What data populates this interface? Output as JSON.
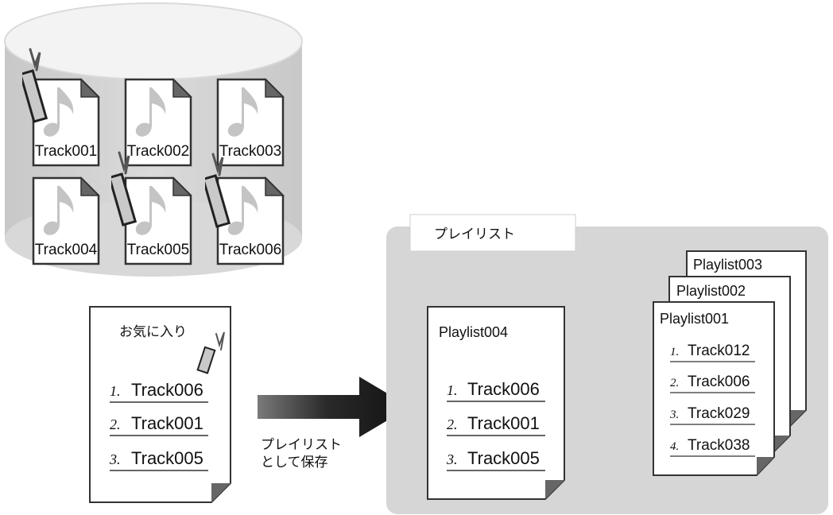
{
  "database": {
    "tracks": [
      "Track001",
      "Track002",
      "Track003",
      "Track004",
      "Track005",
      "Track006"
    ]
  },
  "favorites": {
    "title": "お気に入り",
    "items": [
      {
        "num": "1.",
        "track": "Track006"
      },
      {
        "num": "2.",
        "track": "Track001"
      },
      {
        "num": "3.",
        "track": "Track005"
      }
    ]
  },
  "arrow": {
    "label_line1": "プレイリスト",
    "label_line2": "として保存"
  },
  "playlist_area": {
    "tab_label": "プレイリスト",
    "new_playlist": {
      "title": "Playlist004",
      "items": [
        {
          "num": "1.",
          "track": "Track006"
        },
        {
          "num": "2.",
          "track": "Track001"
        },
        {
          "num": "3.",
          "track": "Track005"
        }
      ]
    },
    "stack": {
      "back_titles": [
        "Playlist003",
        "Playlist002"
      ],
      "front": {
        "title": "Playlist001",
        "items": [
          {
            "num": "1.",
            "track": "Track012"
          },
          {
            "num": "2.",
            "track": "Track006"
          },
          {
            "num": "3.",
            "track": "Track029"
          },
          {
            "num": "4.",
            "track": "Track038"
          }
        ]
      }
    }
  },
  "colors": {
    "cylinder_body": "#d2d2d2",
    "cylinder_top": "#f1f1f1",
    "panel": "#d6d6d6",
    "arrow": "#1e1e1e",
    "tag": "#c9c9c9",
    "note": "#c2c2c2"
  }
}
